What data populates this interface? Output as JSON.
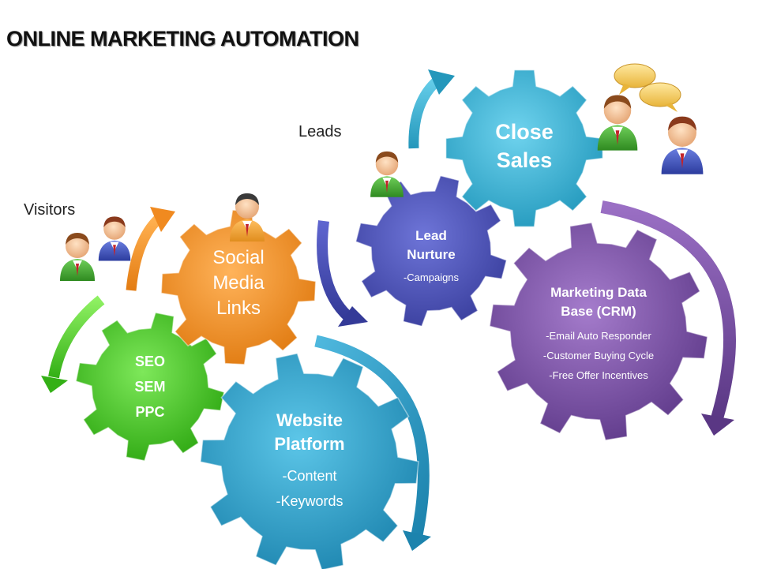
{
  "title": "ONLINE MARKETING AUTOMATION",
  "labels": {
    "visitors": "Visitors",
    "leads": "Leads"
  },
  "gears": {
    "seo": {
      "lines": [
        "SEO",
        "SEM",
        "PPC"
      ]
    },
    "social": {
      "lines": [
        "Social",
        "Media",
        "Links"
      ]
    },
    "website": {
      "title": [
        "Website",
        "Platform"
      ],
      "items": [
        "-Content",
        "-Keywords"
      ]
    },
    "nurture": {
      "title": [
        "Lead",
        "Nurture"
      ],
      "items": [
        "-Campaigns"
      ]
    },
    "close": {
      "lines": [
        "Close",
        "Sales"
      ]
    },
    "crm": {
      "title": [
        "Marketing Data",
        "Base (CRM)"
      ],
      "items": [
        "-Email Auto Responder",
        "-Customer Buying Cycle",
        "-Free Offer Incentives"
      ]
    }
  },
  "colors": {
    "green": "#3fbf1f",
    "orange": "#ef8a1e",
    "blue": "#2a9fc6",
    "navy": "#4a4fb5",
    "teal": "#35b4d6",
    "purple": "#7c4fa8"
  },
  "icons": [
    "person-icon",
    "speech-bubble-icon",
    "arrow-icon",
    "gear-icon"
  ]
}
